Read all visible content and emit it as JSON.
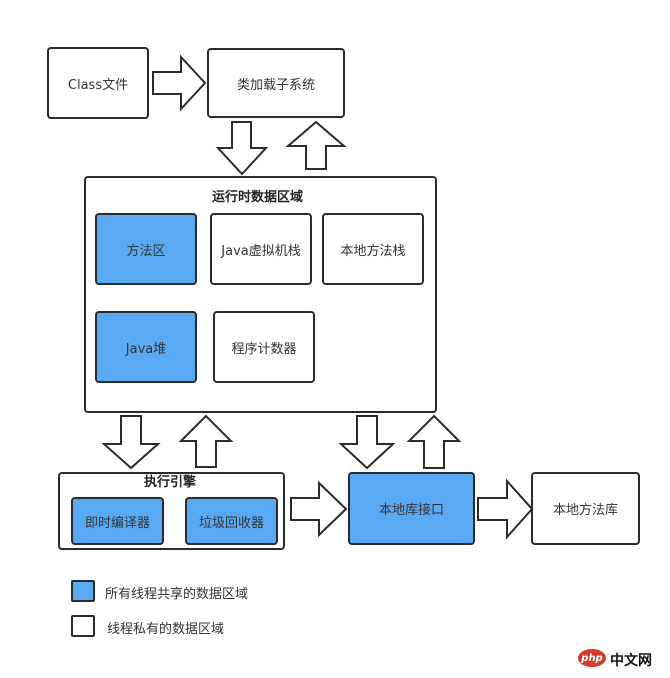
{
  "nodes": {
    "class_file": "Class文件",
    "class_loader": "类加载子系统",
    "runtime_area": "运行时数据区域",
    "method_area": "方法区",
    "java_vm_stack": "Java虚拟机栈",
    "native_method_stack": "本地方法栈",
    "java_heap": "Java堆",
    "program_counter": "程序计数器",
    "execution_engine": "执行引擎",
    "jit_compiler": "即时编译器",
    "garbage_collector": "垃圾回收器",
    "native_interface": "本地库接口",
    "native_library": "本地方法库"
  },
  "legend": {
    "shared": "所有线程共享的数据区域",
    "private": "线程私有的数据区域"
  },
  "colors": {
    "shared": "#5aa9f5",
    "private": "#ffffff",
    "border": "#2b2b2b"
  },
  "watermark": {
    "badge": "php",
    "text": "中文网"
  }
}
